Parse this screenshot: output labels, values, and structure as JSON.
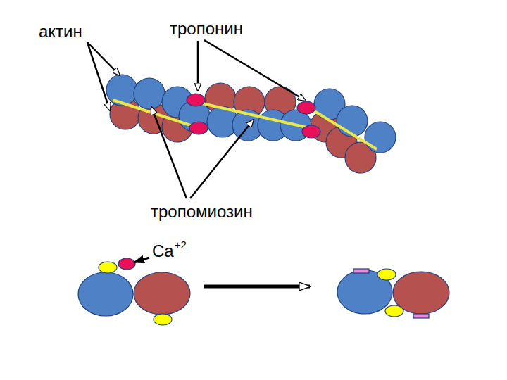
{
  "diagram": {
    "labels": [
      "актин",
      "тропонин",
      "тропомиозин",
      "Ca",
      "+2"
    ]
  }
}
